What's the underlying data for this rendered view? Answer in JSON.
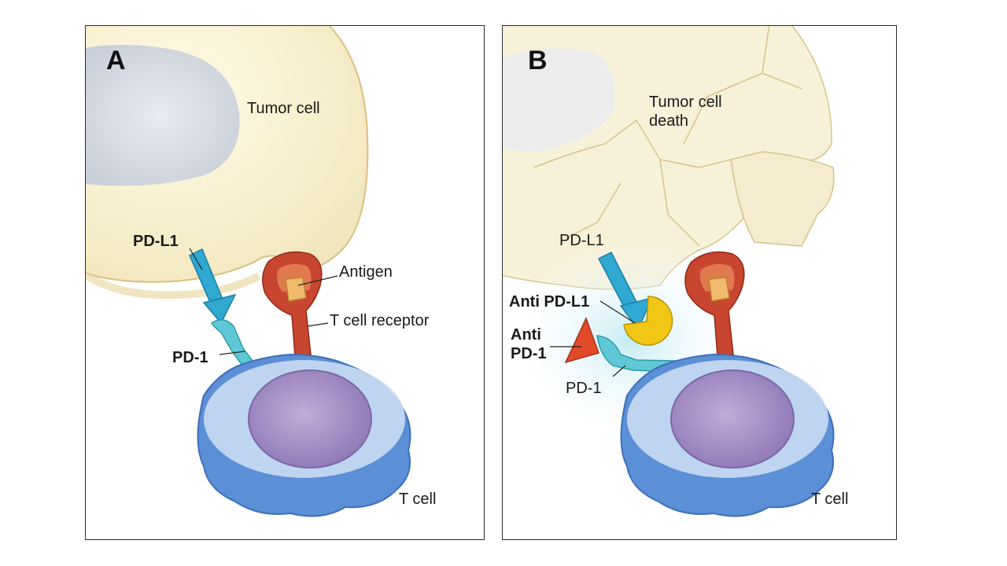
{
  "colors": {
    "tumor": "#f6efcf",
    "tumor_edge": "#e2c98c",
    "nucleus": "#dcdfe5",
    "tcell": "#5b8fd6",
    "tcell_light": "#c9dbf3",
    "tcell_nucleus": "#a78fc6",
    "pdl1": "#2fa8d2",
    "pd1": "#4cc0cf",
    "tcr": "#c8452f",
    "antigen": "#f1b96b",
    "anti_pdl1": "#f2c614",
    "anti_pd1": "#e34a28"
  },
  "panel_a": {
    "letter": "A",
    "tumor_label": "Tumor cell",
    "pdl1_label": "PD-L1",
    "antigen_label": "Antigen",
    "tcr_label": "T cell receptor",
    "pd1_label": "PD-1",
    "tcell_label": "T cell"
  },
  "panel_b": {
    "letter": "B",
    "tumor_label_line1": "Tumor cell",
    "tumor_label_line2": "death",
    "pdl1_label": "PD-L1",
    "anti_pdl1_label": "Anti PD-L1",
    "anti_pd1_label_line1": "Anti",
    "anti_pd1_label_line2": "PD-1",
    "pd1_label": "PD-1",
    "tcell_label": "T cell"
  }
}
